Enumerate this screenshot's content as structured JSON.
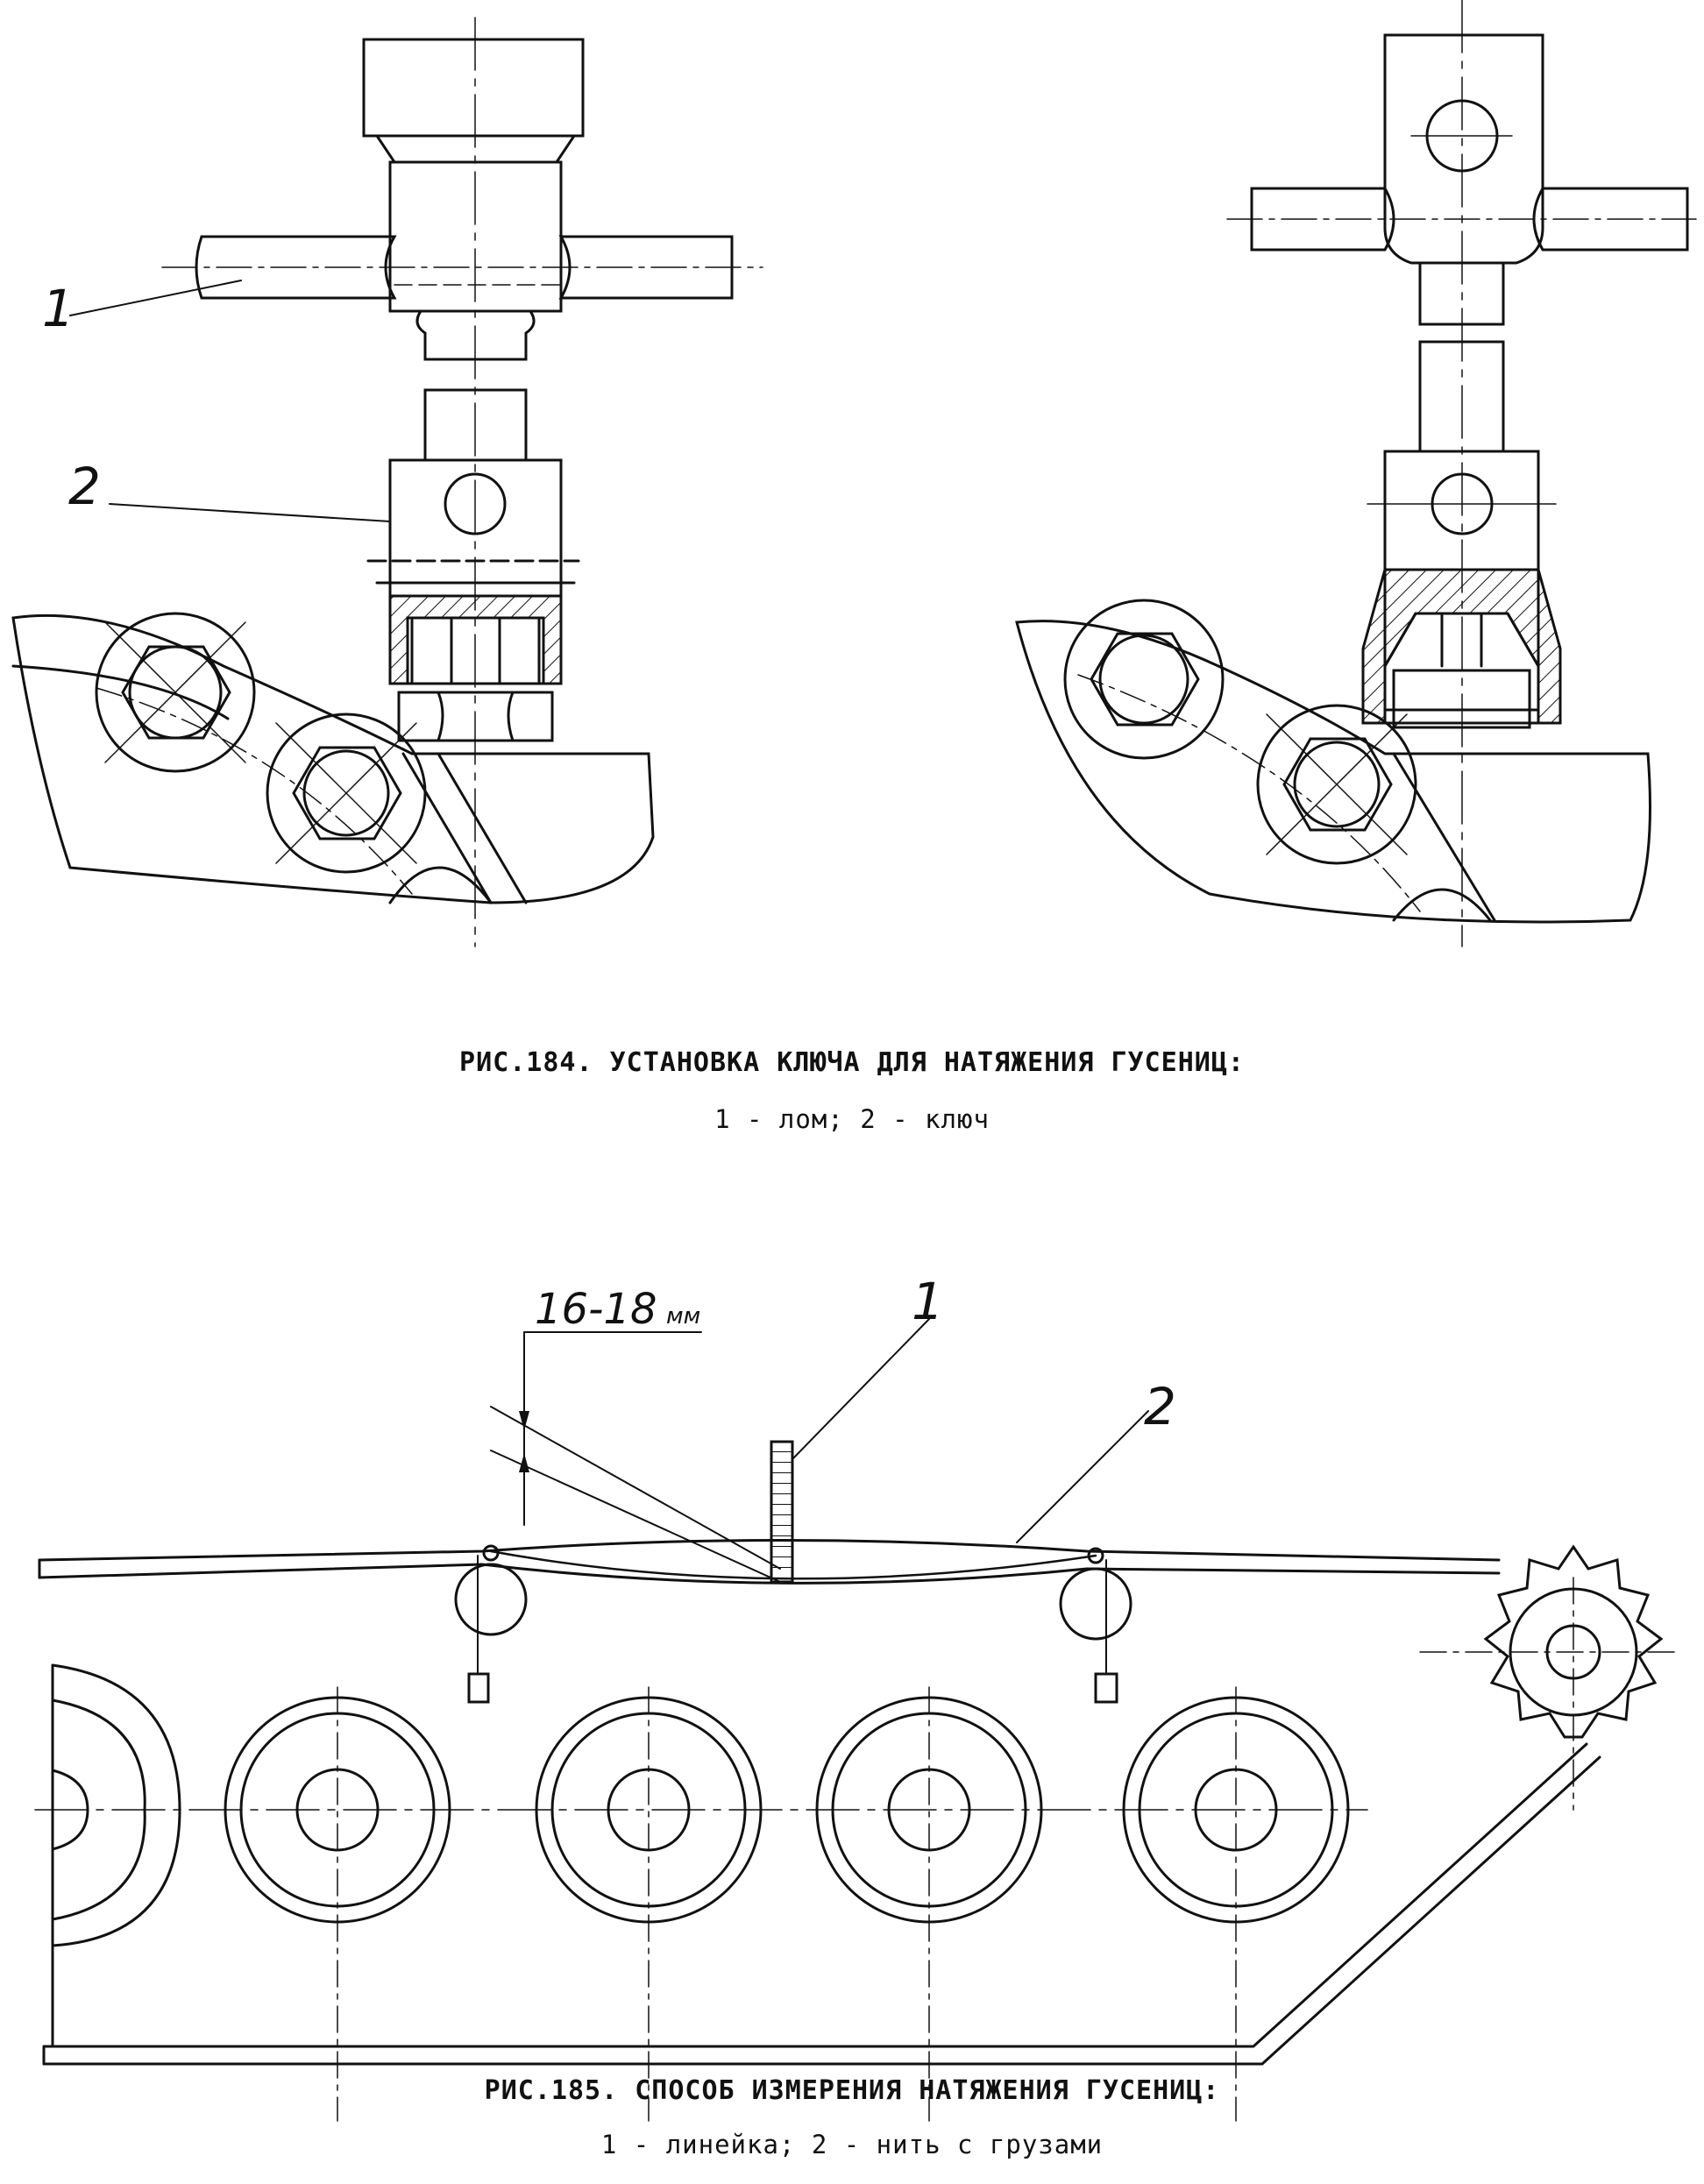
{
  "fig184": {
    "callouts": [
      "1",
      "2"
    ],
    "caption_title": "РИС.184. УСТАНОВКА КЛЮЧА ДЛЯ НАТЯЖЕНИЯ ГУСЕНИЦ:",
    "caption_legend": "1 - лом; 2 - ключ"
  },
  "fig185": {
    "dimension_value": "16-18",
    "dimension_unit": "мм",
    "callouts": [
      "1",
      "2"
    ],
    "caption_title": "РИС.185. СПОСОБ ИЗМЕРЕНИЯ НАТЯЖЕНИЯ ГУСЕНИЦ:",
    "caption_legend": "1 - линейка; 2 - нить с грузами"
  }
}
